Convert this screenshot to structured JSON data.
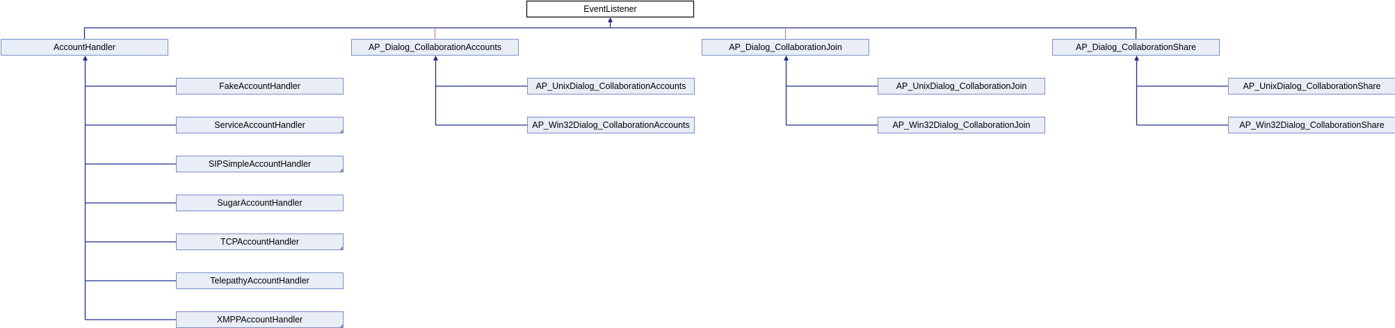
{
  "diagram": {
    "root": "EventListener",
    "groups": [
      {
        "parent": "AccountHandler",
        "children": [
          "FakeAccountHandler",
          "ServiceAccountHandler",
          "SIPSimpleAccountHandler",
          "SugarAccountHandler",
          "TCPAccountHandler",
          "TelepathyAccountHandler",
          "XMPPAccountHandler"
        ]
      },
      {
        "parent": "AP_Dialog_CollaborationAccounts",
        "children": [
          "AP_UnixDialog_CollaborationAccounts",
          "AP_Win32Dialog_CollaborationAccounts"
        ]
      },
      {
        "parent": "AP_Dialog_CollaborationJoin",
        "children": [
          "AP_UnixDialog_CollaborationJoin",
          "AP_Win32Dialog_CollaborationJoin"
        ]
      },
      {
        "parent": "AP_Dialog_CollaborationShare",
        "children": [
          "AP_UnixDialog_CollaborationShare",
          "AP_Win32Dialog_CollaborationShare"
        ]
      }
    ],
    "colors": {
      "node_fill": "#e8edf6",
      "node_border": "#7b8cc5",
      "edge": "#1e2a8e",
      "root_edge": "#d06a6a"
    }
  }
}
